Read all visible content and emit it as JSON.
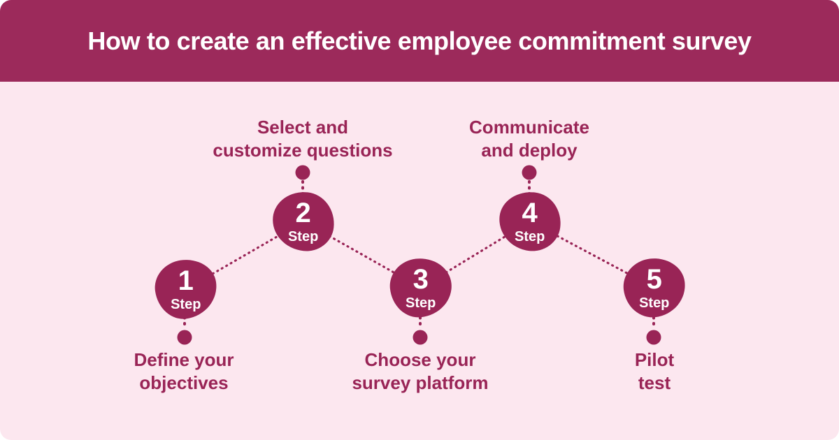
{
  "title": "How to create an effective employee commitment survey",
  "colors": {
    "header_bg": "#9C2A5B",
    "body_bg": "#FCE7EF",
    "accent": "#992456",
    "text_on_accent": "#FFFFFF"
  },
  "steps": [
    {
      "number": "1",
      "label": "Step",
      "caption": [
        "Define your",
        "objectives"
      ],
      "caption_position": "below"
    },
    {
      "number": "2",
      "label": "Step",
      "caption": [
        "Select and",
        "customize questions"
      ],
      "caption_position": "above"
    },
    {
      "number": "3",
      "label": "Step",
      "caption": [
        "Choose your",
        "survey platform"
      ],
      "caption_position": "below"
    },
    {
      "number": "4",
      "label": "Step",
      "caption": [
        "Communicate",
        "and deploy"
      ],
      "caption_position": "above"
    },
    {
      "number": "5",
      "label": "Step",
      "caption": [
        "Pilot",
        "test"
      ],
      "caption_position": "below"
    }
  ]
}
